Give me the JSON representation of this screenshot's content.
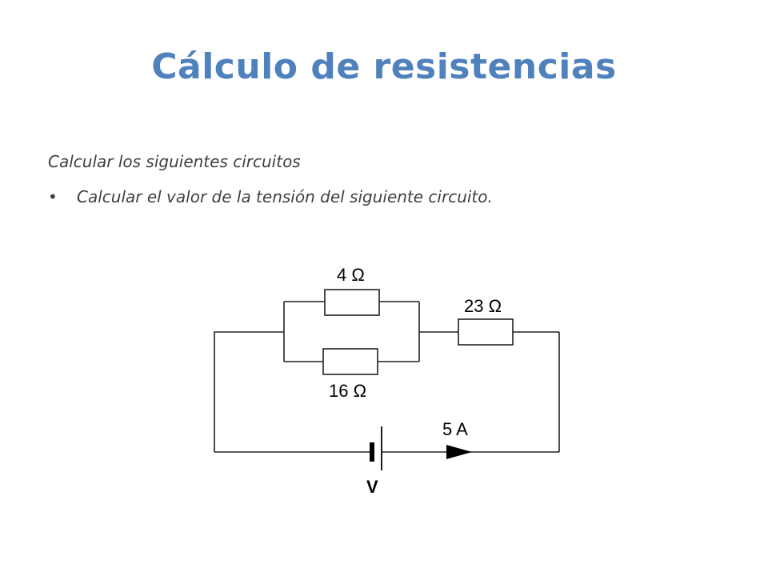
{
  "slide": {
    "title": "Cálculo de resistencias",
    "intro": "Calcular los siguientes circuitos",
    "bullets": [
      "Calcular el valor de la tensión del siguiente circuito."
    ]
  },
  "circuit": {
    "resistors": [
      {
        "label": "4 Ω"
      },
      {
        "label": "16 Ω"
      },
      {
        "label": "23 Ω"
      }
    ],
    "current_label": "5 A",
    "source_label": "V"
  }
}
